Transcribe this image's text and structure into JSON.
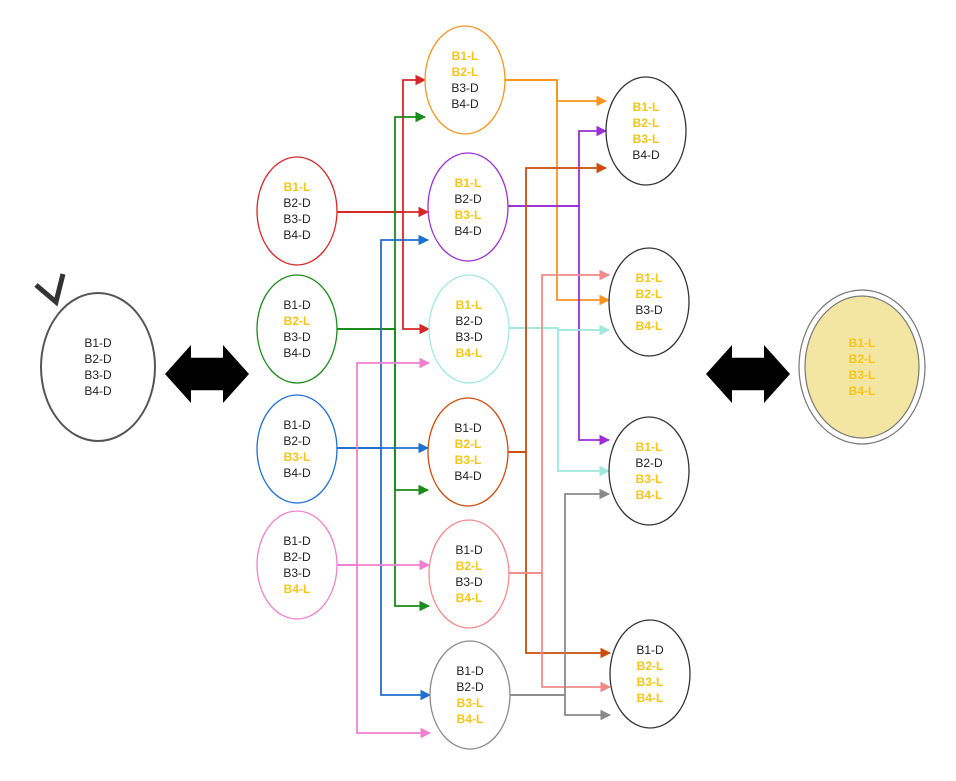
{
  "colors": {
    "dark": "#222222",
    "lit": "#f5c518",
    "fill_final": "#f3e6a2"
  },
  "nodes": [
    {
      "id": "start",
      "lines": [
        {
          "text": "B1-D",
          "on": false
        },
        {
          "text": "B2-D",
          "on": false
        },
        {
          "text": "B3-D",
          "on": false
        },
        {
          "text": "B4-D",
          "on": false
        }
      ],
      "stroke": "#555555"
    },
    {
      "id": "l1",
      "lines": [
        {
          "text": "B1-L",
          "on": true
        },
        {
          "text": "B2-D",
          "on": false
        },
        {
          "text": "B3-D",
          "on": false
        },
        {
          "text": "B4-D",
          "on": false
        }
      ],
      "stroke": "#d62728"
    },
    {
      "id": "l2",
      "lines": [
        {
          "text": "B1-D",
          "on": false
        },
        {
          "text": "B2-L",
          "on": true
        },
        {
          "text": "B3-D",
          "on": false
        },
        {
          "text": "B4-D",
          "on": false
        }
      ],
      "stroke": "#1a8a1a"
    },
    {
      "id": "l3",
      "lines": [
        {
          "text": "B1-D",
          "on": false
        },
        {
          "text": "B2-D",
          "on": false
        },
        {
          "text": "B3-L",
          "on": true
        },
        {
          "text": "B4-D",
          "on": false
        }
      ],
      "stroke": "#1f6fd1"
    },
    {
      "id": "l4",
      "lines": [
        {
          "text": "B1-D",
          "on": false
        },
        {
          "text": "B2-D",
          "on": false
        },
        {
          "text": "B3-D",
          "on": false
        },
        {
          "text": "B4-L",
          "on": true
        }
      ],
      "stroke": "#f07fd0"
    },
    {
      "id": "l12",
      "lines": [
        {
          "text": "B1-L",
          "on": true
        },
        {
          "text": "B2-L",
          "on": true
        },
        {
          "text": "B3-D",
          "on": false
        },
        {
          "text": "B4-D",
          "on": false
        }
      ],
      "stroke": "#f7931e"
    },
    {
      "id": "l13",
      "lines": [
        {
          "text": "B1-L",
          "on": true
        },
        {
          "text": "B2-D",
          "on": false
        },
        {
          "text": "B3-L",
          "on": true
        },
        {
          "text": "B4-D",
          "on": false
        }
      ],
      "stroke": "#9b2fd6"
    },
    {
      "id": "l14",
      "lines": [
        {
          "text": "B1-L",
          "on": true
        },
        {
          "text": "B2-D",
          "on": false
        },
        {
          "text": "B3-D",
          "on": false
        },
        {
          "text": "B4-L",
          "on": true
        }
      ],
      "stroke": "#9ee8e0"
    },
    {
      "id": "l23",
      "lines": [
        {
          "text": "B1-D",
          "on": false
        },
        {
          "text": "B2-L",
          "on": true
        },
        {
          "text": "B3-L",
          "on": true
        },
        {
          "text": "B4-D",
          "on": false
        }
      ],
      "stroke": "#cc4b0c"
    },
    {
      "id": "l24",
      "lines": [
        {
          "text": "B1-D",
          "on": false
        },
        {
          "text": "B2-L",
          "on": true
        },
        {
          "text": "B3-D",
          "on": false
        },
        {
          "text": "B4-L",
          "on": true
        }
      ],
      "stroke": "#f08a8a"
    },
    {
      "id": "l34",
      "lines": [
        {
          "text": "B1-D",
          "on": false
        },
        {
          "text": "B2-D",
          "on": false
        },
        {
          "text": "B3-L",
          "on": true
        },
        {
          "text": "B4-L",
          "on": true
        }
      ],
      "stroke": "#8a8a8a"
    },
    {
      "id": "l123",
      "lines": [
        {
          "text": "B1-L",
          "on": true
        },
        {
          "text": "B2-L",
          "on": true
        },
        {
          "text": "B3-L",
          "on": true
        },
        {
          "text": "B4-D",
          "on": false
        }
      ],
      "stroke": "#333333"
    },
    {
      "id": "l124",
      "lines": [
        {
          "text": "B1-L",
          "on": true
        },
        {
          "text": "B2-L",
          "on": true
        },
        {
          "text": "B3-D",
          "on": false
        },
        {
          "text": "B4-L",
          "on": true
        }
      ],
      "stroke": "#333333"
    },
    {
      "id": "l134",
      "lines": [
        {
          "text": "B1-L",
          "on": true
        },
        {
          "text": "B2-D",
          "on": false
        },
        {
          "text": "B3-L",
          "on": true
        },
        {
          "text": "B4-L",
          "on": true
        }
      ],
      "stroke": "#333333"
    },
    {
      "id": "l234",
      "lines": [
        {
          "text": "B1-D",
          "on": false
        },
        {
          "text": "B2-L",
          "on": true
        },
        {
          "text": "B3-L",
          "on": true
        },
        {
          "text": "B4-L",
          "on": true
        }
      ],
      "stroke": "#333333"
    },
    {
      "id": "final",
      "lines": [
        {
          "text": "B1-L",
          "on": true
        },
        {
          "text": "B2-L",
          "on": true
        },
        {
          "text": "B3-L",
          "on": true
        },
        {
          "text": "B4-L",
          "on": true
        }
      ],
      "stroke": "#777777"
    }
  ],
  "edges": [
    {
      "from": "l1",
      "to": "l12",
      "color": "#d62728"
    },
    {
      "from": "l1",
      "to": "l13",
      "color": "#d62728"
    },
    {
      "from": "l1",
      "to": "l14",
      "color": "#d62728"
    },
    {
      "from": "l2",
      "to": "l12",
      "color": "#1a8a1a"
    },
    {
      "from": "l2",
      "to": "l23",
      "color": "#1a8a1a"
    },
    {
      "from": "l2",
      "to": "l24",
      "color": "#1a8a1a"
    },
    {
      "from": "l3",
      "to": "l13",
      "color": "#1f6fd1"
    },
    {
      "from": "l3",
      "to": "l23",
      "color": "#1f6fd1"
    },
    {
      "from": "l3",
      "to": "l34",
      "color": "#1f6fd1"
    },
    {
      "from": "l4",
      "to": "l14",
      "color": "#f07fd0"
    },
    {
      "from": "l4",
      "to": "l24",
      "color": "#f07fd0"
    },
    {
      "from": "l4",
      "to": "l34",
      "color": "#f07fd0"
    },
    {
      "from": "l12",
      "to": "l123",
      "color": "#f7931e"
    },
    {
      "from": "l12",
      "to": "l124",
      "color": "#f7931e"
    },
    {
      "from": "l13",
      "to": "l123",
      "color": "#9b2fd6"
    },
    {
      "from": "l13",
      "to": "l134",
      "color": "#9b2fd6"
    },
    {
      "from": "l14",
      "to": "l124",
      "color": "#9ee8e0"
    },
    {
      "from": "l14",
      "to": "l134",
      "color": "#9ee8e0"
    },
    {
      "from": "l23",
      "to": "l123",
      "color": "#cc4b0c"
    },
    {
      "from": "l23",
      "to": "l234",
      "color": "#cc4b0c"
    },
    {
      "from": "l24",
      "to": "l124",
      "color": "#f08a8a"
    },
    {
      "from": "l24",
      "to": "l234",
      "color": "#f08a8a"
    },
    {
      "from": "l34",
      "to": "l134",
      "color": "#8a8a8a"
    },
    {
      "from": "l34",
      "to": "l234",
      "color": "#8a8a8a"
    }
  ],
  "double_arrows": [
    {
      "id": "arrow-left",
      "color": "#000000"
    },
    {
      "id": "arrow-right",
      "color": "#000000"
    }
  ],
  "icons": {
    "start_mark": "check-mark-icon"
  }
}
